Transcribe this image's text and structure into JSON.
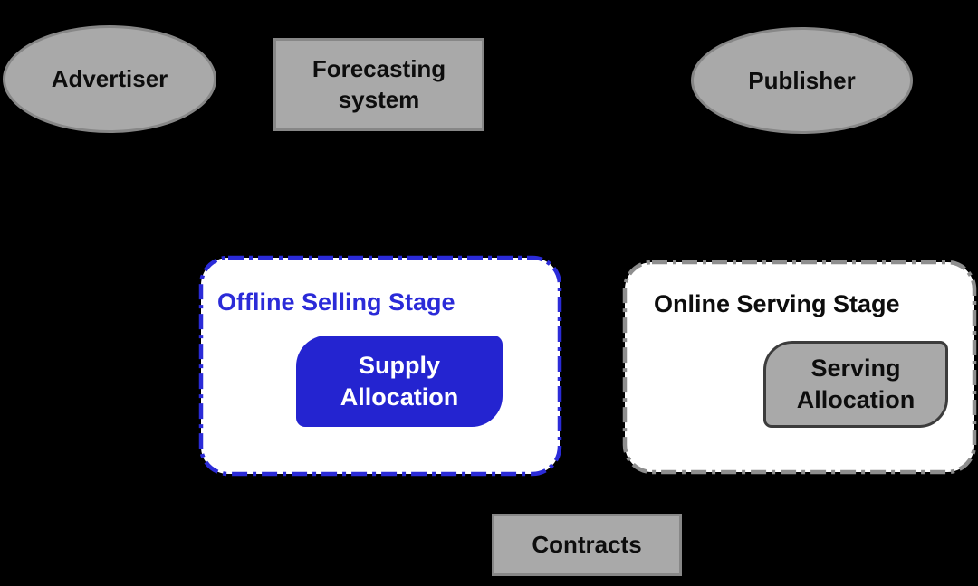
{
  "colors": {
    "background": "#000000",
    "node-fill": "#a9a9a9",
    "node-border": "#878787",
    "blue": "#2b2bd8",
    "blue-fill": "#2424d0",
    "stage-bg": "#ffffff",
    "gray-dash": "#8e8e8e",
    "serving-border": "#3c3c3c",
    "text-dark": "#0d0d0d",
    "text-light": "#ffffff"
  },
  "nodes": {
    "advertiser": {
      "label": "Advertiser"
    },
    "forecasting_system": {
      "line1": "Forecasting",
      "line2": "system"
    },
    "publisher": {
      "label": "Publisher"
    },
    "contracts": {
      "label": "Contracts"
    }
  },
  "stages": {
    "offline": {
      "title": "Offline Selling Stage",
      "inner": {
        "line1": "Supply",
        "line2": "Allocation"
      }
    },
    "online": {
      "title": "Online Serving Stage",
      "inner": {
        "line1": "Serving",
        "line2": "Allocation"
      }
    }
  }
}
